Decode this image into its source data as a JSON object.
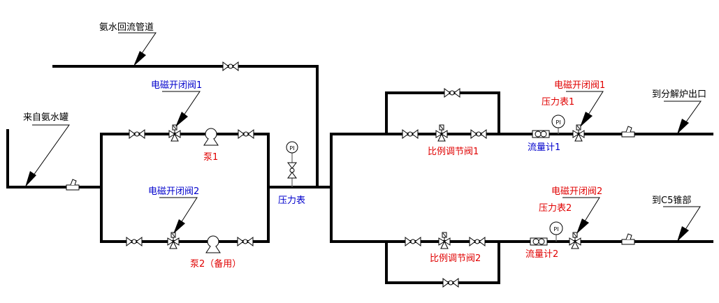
{
  "title": "氨水管路流程图",
  "colors": {
    "black": "#000000",
    "blue": "#0000cc",
    "red": "#e00000"
  },
  "labels": {
    "return_pipe": "氨水回流管道",
    "from_tank": "来自氨水罐",
    "solenoid_top_left": "电磁开闭阀1",
    "solenoid_bot_left": "电磁开闭阀2",
    "pump1": "泵1",
    "pump2": "泵2（备用）",
    "pressure_gauge": "压力表",
    "prop_valve1": "比例调节阀1",
    "prop_valve2": "比例调节阀2",
    "solenoid_right1": "电磁开闭阀1",
    "solenoid_right2": "电磁开闭阀2",
    "pressure_gauge1": "压力表1",
    "pressure_gauge2": "压力表2",
    "flowmeter1": "流量计1",
    "flowmeter2": "流量计2",
    "to_decomp_outlet": "到分解炉出口",
    "to_c5_cone": "到C5锥部",
    "gauge_symbol": "PI"
  }
}
